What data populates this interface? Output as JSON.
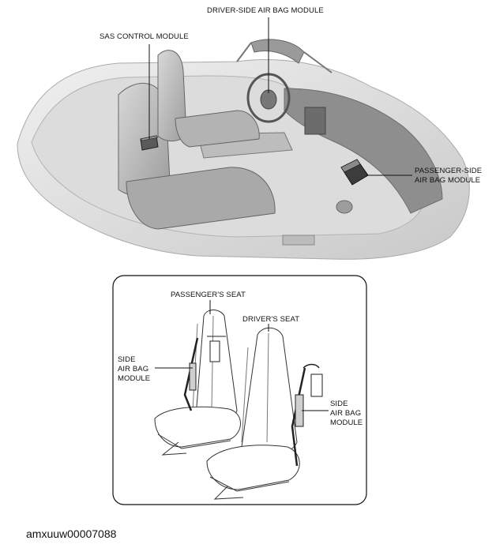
{
  "callouts": {
    "driver_side_air_bag_module": "DRIVER-SIDE AIR BAG MODULE",
    "sas_control_module": "SAS CONTROL MODULE",
    "passenger_side_air_bag_module_line1": "PASSENGER-SIDE",
    "passenger_side_air_bag_module_line2": "AIR BAG MODULE"
  },
  "inset": {
    "passengers_seat": "PASSENGER'S SEAT",
    "drivers_seat": "DRIVER'S SEAT",
    "left_side_air_bag_module": [
      "SIDE",
      "AIR BAG",
      "MODULE"
    ],
    "right_side_air_bag_module": [
      "SIDE",
      "AIR BAG",
      "MODULE"
    ]
  },
  "figure_code": "amxuuw00007088"
}
